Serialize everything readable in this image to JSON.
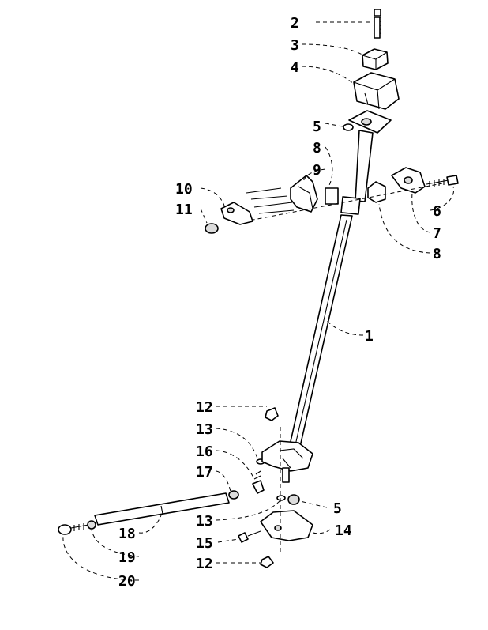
{
  "callouts": {
    "c1": "1",
    "c2": "2",
    "c3": "3",
    "c4": "4",
    "c5a": "5",
    "c5b": "5",
    "c6": "6",
    "c7": "7",
    "c8a": "8",
    "c8b": "8",
    "c9": "9",
    "c10": "10",
    "c11": "11",
    "c12a": "12",
    "c12b": "12",
    "c13a": "13",
    "c13b": "13",
    "c14": "14",
    "c15": "15",
    "c16": "16",
    "c17": "17",
    "c18": "18",
    "c19": "19",
    "c20": "20"
  }
}
